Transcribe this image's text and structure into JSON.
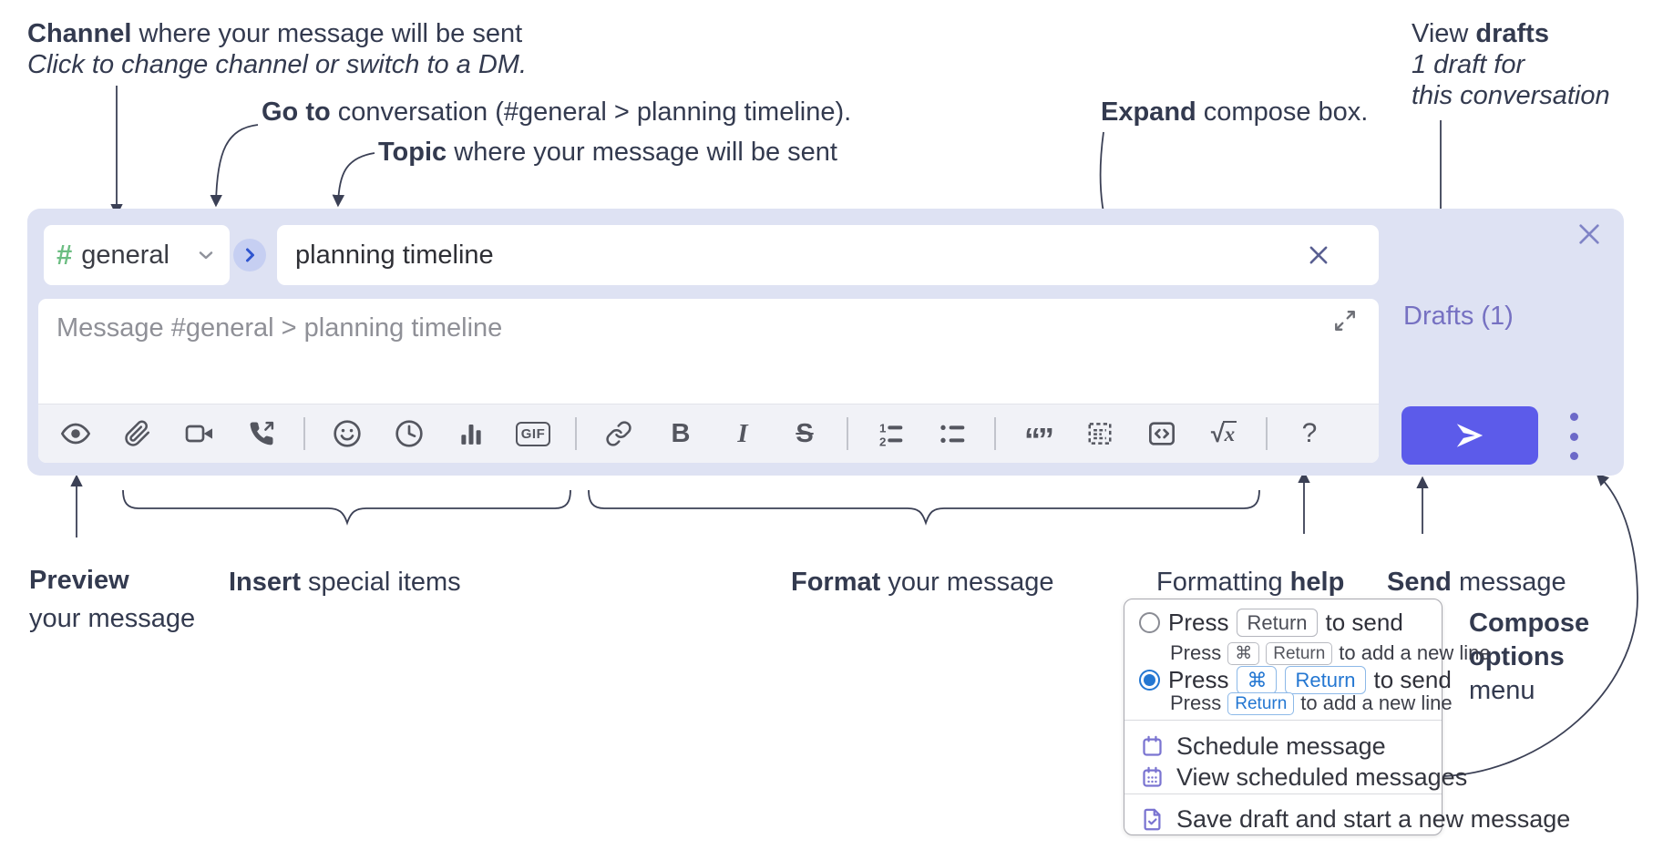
{
  "annotations": {
    "channel_line1_bold": "Channel",
    "channel_line1_rest": " where your message will be sent",
    "channel_line2": "Click to change channel or switch to a DM.",
    "goto_bold": "Go to",
    "goto_rest": " conversation (#general > planning timeline).",
    "topic_bold": "Topic",
    "topic_rest": " where your message will be sent",
    "expand_bold": "Expand",
    "expand_rest": " compose box.",
    "drafts_line1_pre": "View ",
    "drafts_line1_bold": "drafts",
    "drafts_line2": "1 draft for",
    "drafts_line3": "this conversation",
    "preview_bold": "Preview",
    "preview_line2": "your message",
    "insert_bold": "Insert",
    "insert_rest": " special items",
    "format_bold": "Format",
    "format_rest": " your message",
    "help_pre": "Formatting ",
    "help_bold": "help",
    "send_bold": "Send",
    "send_rest": " message",
    "compose_opts_line1": "Compose",
    "compose_opts_line2": "options",
    "compose_opts_line3": "menu"
  },
  "compose": {
    "channel_hash": "#",
    "channel_name": "general",
    "topic_value": "planning timeline",
    "message_placeholder": "Message #general > planning timeline",
    "drafts_link": "Drafts (1)"
  },
  "toolbar": {
    "gif": "GIF",
    "bold": "B",
    "italic": "I",
    "strike": "S",
    "quote": "“”",
    "sqrt": "√",
    "math_x": "x",
    "help": "?",
    "ol1": "1",
    "ol2": "2"
  },
  "menu": {
    "opt1": {
      "press": "Press",
      "key": "Return",
      "after": "to send",
      "sub_press": "Press",
      "sub_key1": "⌘",
      "sub_key2": "Return",
      "sub_after": "to add a new line"
    },
    "opt2": {
      "press": "Press",
      "key1": "⌘",
      "key2": "Return",
      "after": "to send",
      "sub_press": "Press",
      "sub_key": "Return",
      "sub_after": "to add a new line"
    },
    "item1": "Schedule message",
    "item2": "View scheduled messages",
    "item3": "Save draft and start a new message"
  },
  "icon_names": [
    "eye-icon",
    "paperclip-icon",
    "video-camera-icon",
    "phone-call-icon",
    "smiley-icon",
    "clock-icon",
    "bar-chart-icon",
    "gif-icon",
    "link-icon",
    "bold-icon",
    "italic-icon",
    "strikethrough-icon",
    "numbered-list-icon",
    "bulleted-list-icon",
    "quote-icon",
    "spoiler-icon",
    "code-icon",
    "math-icon",
    "question-icon",
    "send-plane-icon",
    "kebab-dots-icon",
    "expand-diagonal-icon",
    "close-x-icon",
    "clear-x-icon",
    "chevron-down-icon",
    "chevron-right-icon",
    "calendar-icon",
    "calendar-dots-icon",
    "save-draft-icon"
  ],
  "colors": {
    "compose_bg": "#dee2f3",
    "send_button": "#5c5bea",
    "accent_purple": "#7671c2",
    "radio_blue": "#2477d2",
    "hash_green": "#6cbd82",
    "annotation_ink": "#333a4f"
  }
}
